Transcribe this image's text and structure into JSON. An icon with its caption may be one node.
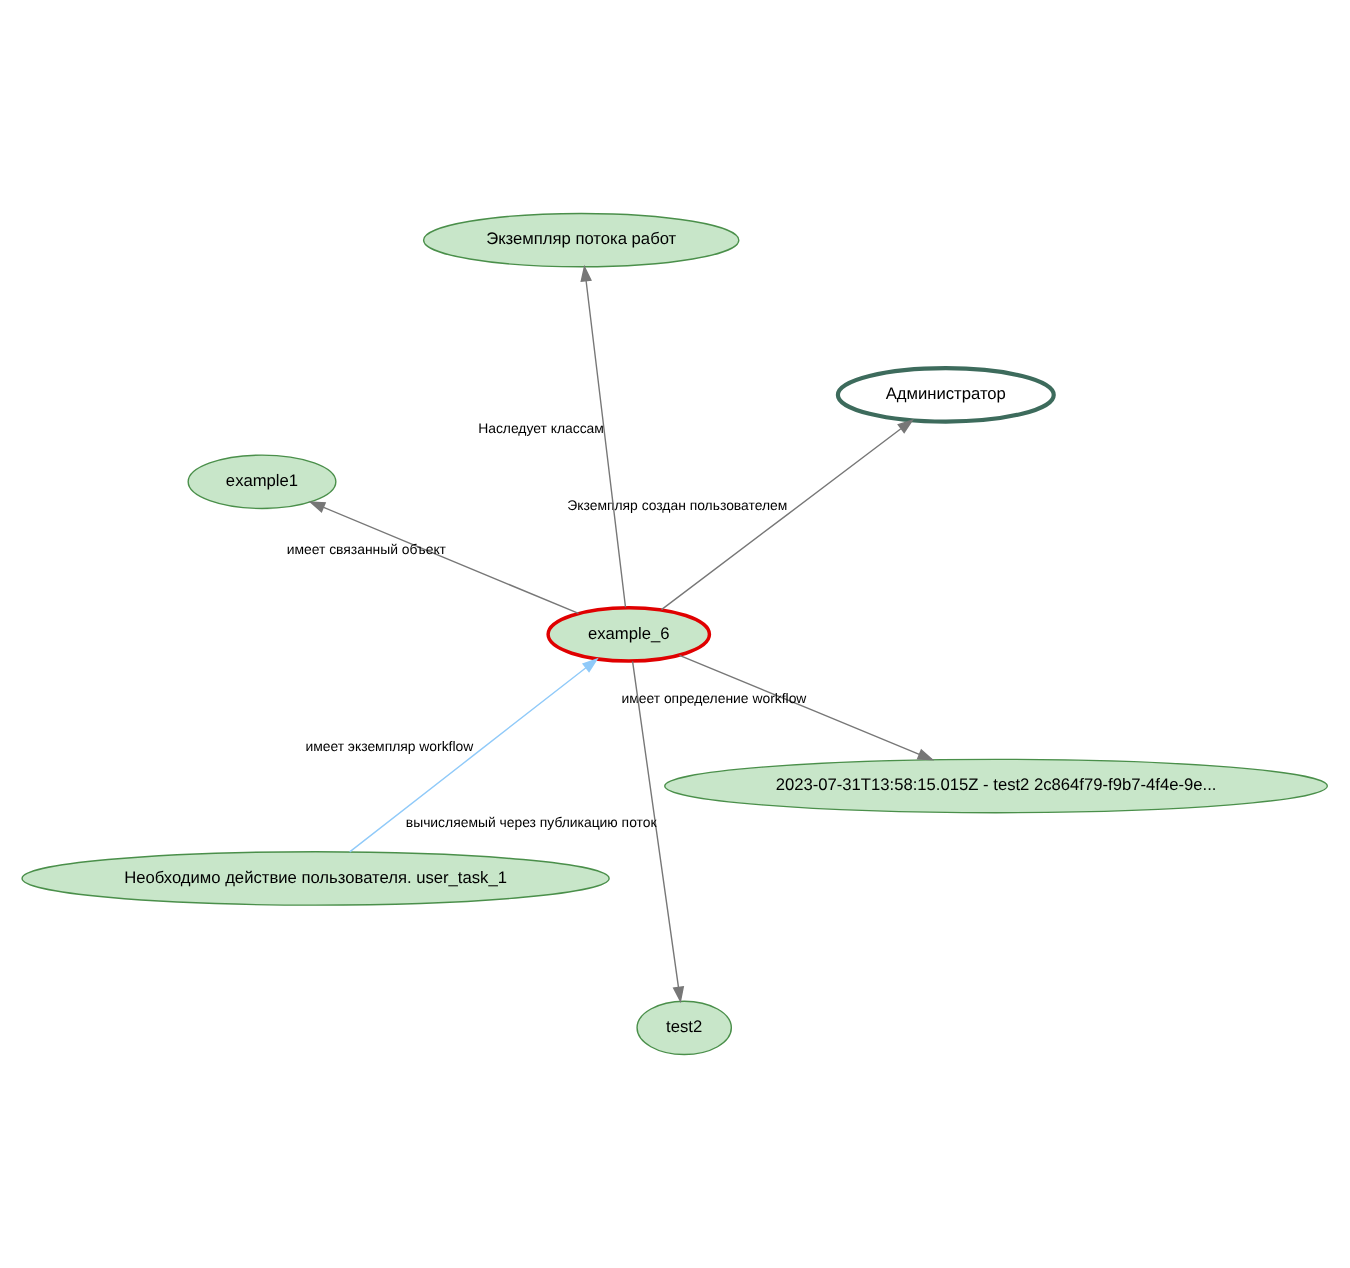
{
  "diagram": {
    "nodes": [
      {
        "text": [
          "example1"
        ]
      },
      {
        "text": [
          "2023-07-31T13:58:15.015Z - test2 2c864f79-f9b7-4f4e-9e..."
        ]
      },
      {
        "text": [
          "test2"
        ]
      },
      {
        "text": [
          "example_6"
        ]
      },
      {
        "text": [
          "Администратор"
        ]
      },
      {
        "text": [
          "Экземпляр потока работ"
        ]
      },
      {
        "text": [
          "Необходимо действие пользователя. user_task_1"
        ]
      }
    ],
    "edges": [
      {
        "from": 3,
        "to": 0,
        "arrow": "to",
        "label": "имеет связанный объект"
      },
      {
        "from": 3,
        "to": 1,
        "arrow": "to",
        "label": "имеет определение workflow"
      },
      {
        "from": 3,
        "to": 2,
        "arrow": "to",
        "label": "вычисляемый через публикацию поток"
      },
      {
        "from": 3,
        "to": 4,
        "arrow": "to",
        "label": "Экземпляр создан пользователем"
      },
      {
        "from": 3,
        "to": 5,
        "arrow": "to",
        "label": "Наследует классам"
      },
      {
        "from": 6,
        "to": 3,
        "arrow": "to",
        "label": "имеет экземпляр workflow",
        "color": "#90caf9"
      }
    ]
  }
}
